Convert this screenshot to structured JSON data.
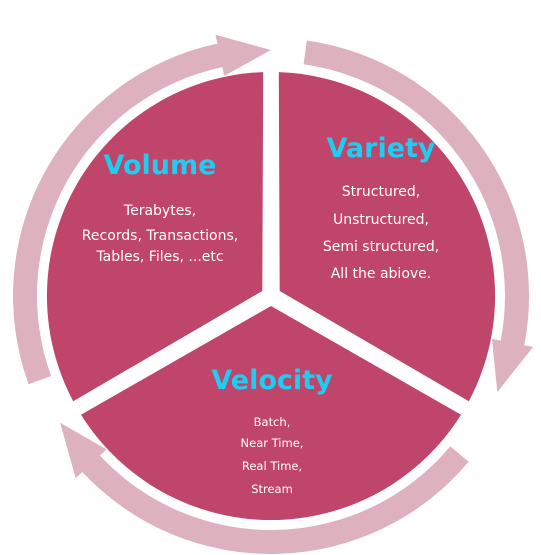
{
  "colors": {
    "segment": "#c0456b",
    "ring": "#deb1bf",
    "title": "#1ecdf1",
    "body_text": "#ffffff",
    "background": "#ffffff"
  },
  "segments": {
    "volume": {
      "title": "Volume",
      "lines": [
        "Terabytes,",
        "Records, Transactions,",
        "Tables, Files, ...etc"
      ]
    },
    "variety": {
      "title": "Variety",
      "lines": [
        "Structured,",
        "Unstructured,",
        "Semi structured,",
        "All the abiove."
      ]
    },
    "velocity": {
      "title": "Velocity",
      "lines": [
        "Batch,",
        "Near Time,",
        "Real Time,",
        "Stream"
      ]
    }
  }
}
